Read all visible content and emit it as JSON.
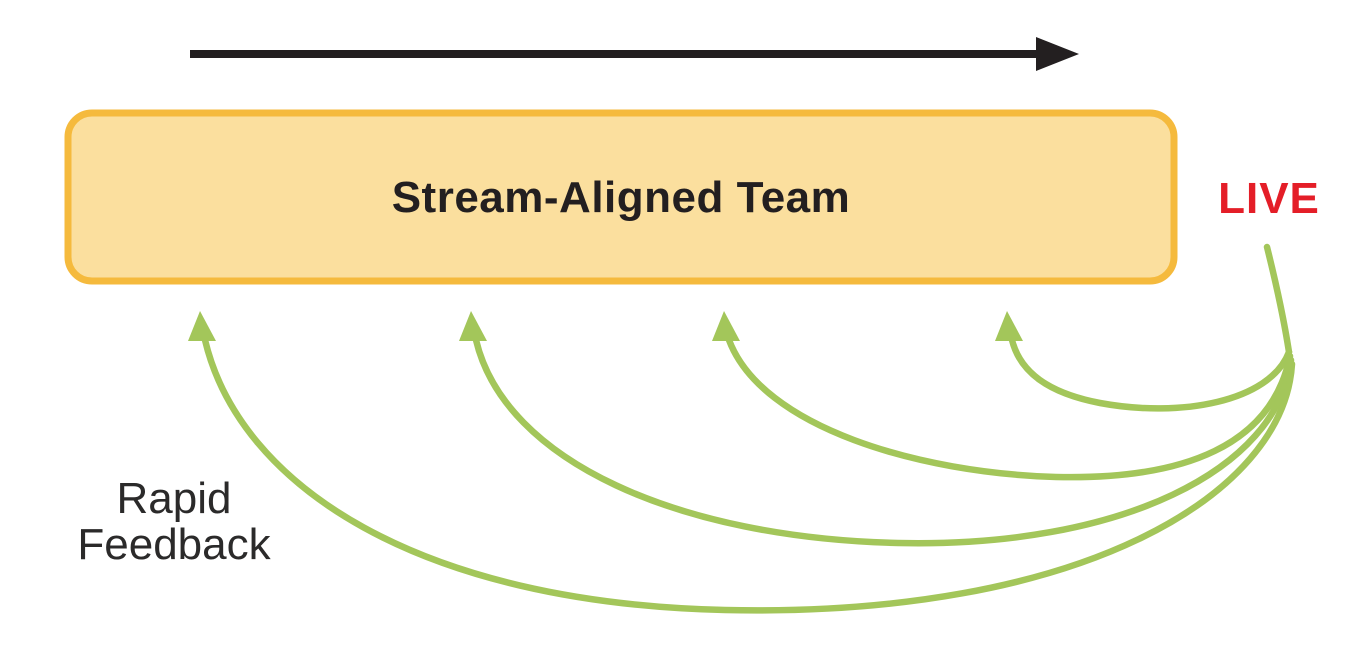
{
  "diagram": {
    "team_box": {
      "label": "Stream-Aligned Team"
    },
    "live_label": "LIVE",
    "feedback_label": {
      "line1": "Rapid",
      "line2": "Feedback"
    },
    "icons": {
      "flow_arrow": "right-arrow",
      "feedback_arrows": "curved-up-arrow"
    },
    "colors": {
      "box_fill": "#fbdf9e",
      "box_border": "#f5ba3d",
      "live_red": "#e41e28",
      "feedback_green": "#a3c65a",
      "arrow_black": "#231f20",
      "text_black": "#231f20",
      "label_black": "#2b2a2a"
    }
  }
}
